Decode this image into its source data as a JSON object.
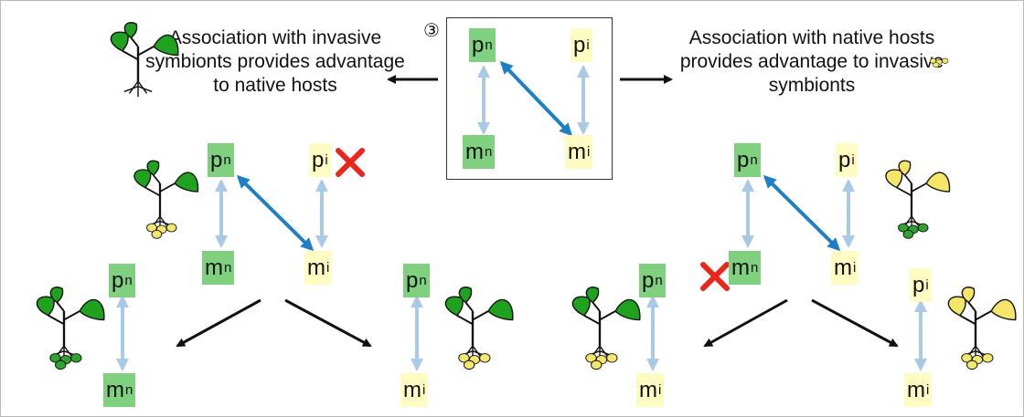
{
  "colors": {
    "native": "#7fd17f",
    "invasive": "#fffcc3",
    "vertical_arrow": "#a9c9e6",
    "diagonal_arrow": "#1f7fc4",
    "flow_arrow": "#111111",
    "cross": "#e8261c",
    "leaf_native": "#1fa31f",
    "leaf_invasive": "#f5e66a",
    "nodule_native": "#2ea42e",
    "nodule_invasive": "#f3e76d"
  },
  "step_number": "③",
  "text": {
    "left_caption": "Association with invasive symbionts provides advantage to native hosts",
    "right_caption": "Association with native hosts provides advantage to invasive symbionts"
  },
  "node_labels": {
    "p_native": "p",
    "p_native_sub": "n",
    "p_invasive": "p",
    "p_invasive_sub": "i",
    "m_native": "m",
    "m_native_sub": "n",
    "m_invasive": "m",
    "m_invasive_sub": "i"
  },
  "icons": {
    "plants": [
      "plant-icon",
      "plant-with-nodules-icon"
    ],
    "cross": "red-cross-icon"
  }
}
